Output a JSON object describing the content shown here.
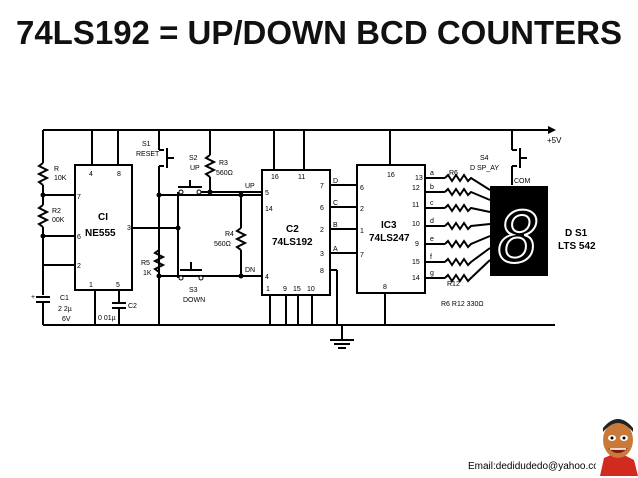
{
  "title": "74LS192 = UP/DOWN BCD COUNTERS",
  "email": "Email:dedidudedo@yahoo.com",
  "supply": "+5V",
  "ic1": {
    "name": "CI",
    "part": "NE555",
    "pins": {
      "p4": "4",
      "p8": "8",
      "p7": "7",
      "p3": "3",
      "p6": "6",
      "p2": "2",
      "p1": "1",
      "p5": "5"
    }
  },
  "ic2": {
    "name": "C2",
    "part": "74LS192",
    "pins": {
      "p16": "16",
      "p11": "11",
      "p5": "5",
      "p14": "14",
      "p4": "4",
      "p7": "7",
      "p6": "6",
      "p2": "2",
      "p3": "3",
      "p1": "1",
      "p9": "9",
      "p15": "15",
      "p10": "10",
      "p8": "8"
    }
  },
  "ic3": {
    "name": "IC3",
    "part": "74LS247",
    "pins": {
      "p16": "16",
      "p6": "6",
      "p2": "2",
      "p1": "1",
      "p7": "7",
      "p8": "8",
      "p13": "13",
      "p12": "12",
      "p11": "11",
      "p10": "10",
      "p9": "9",
      "p15": "15",
      "p14": "14"
    }
  },
  "display": {
    "name": "D S1",
    "part": "LTS 542",
    "digit": "8",
    "com": "COM"
  },
  "components": {
    "r1": {
      "name": "R",
      "value": "10K"
    },
    "r2": {
      "name": "R2",
      "value": "00K"
    },
    "r3": {
      "name": "R3",
      "value": "560Ω"
    },
    "r4": {
      "name": "R4",
      "value": "560Ω"
    },
    "r5": {
      "name": "R5",
      "value": "1K"
    },
    "r6": "R6",
    "r12": "R12",
    "r6_r12_note": "R6 R12 330Ω",
    "c1": {
      "name": "C1",
      "value": "2 2µ",
      "voltage": "6V"
    },
    "c2": {
      "name": "C2",
      "value": "0 01µ"
    },
    "s1": {
      "name": "S1",
      "label": "RESET"
    },
    "s2": {
      "name": "S2",
      "label": "UP"
    },
    "s3": {
      "name": "S3",
      "label": "DOWN"
    },
    "s4": {
      "name": "S4",
      "label": "D SP_AY"
    }
  },
  "signals": {
    "up": "UP",
    "dn": "DN",
    "d": "D",
    "c": "C",
    "b": "B",
    "a": "A"
  },
  "segments": [
    "a",
    "b",
    "c",
    "d",
    "e",
    "f",
    "g"
  ]
}
